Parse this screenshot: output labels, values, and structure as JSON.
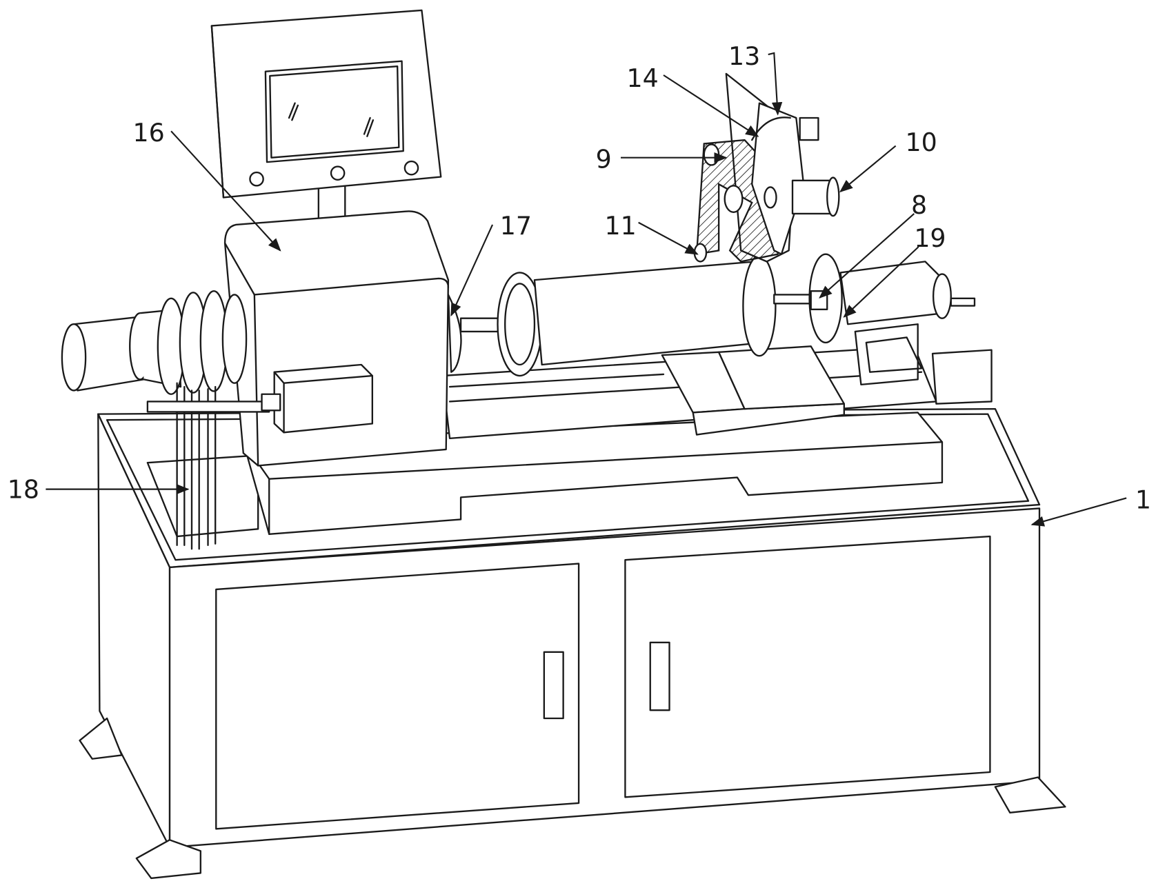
{
  "figure": {
    "labels": {
      "l1": "1",
      "l8": "8",
      "l9": "9",
      "l10": "10",
      "l11": "11",
      "l13": "13",
      "l14": "14",
      "l16": "16",
      "l17": "17",
      "l18": "18",
      "l19": "19"
    }
  }
}
